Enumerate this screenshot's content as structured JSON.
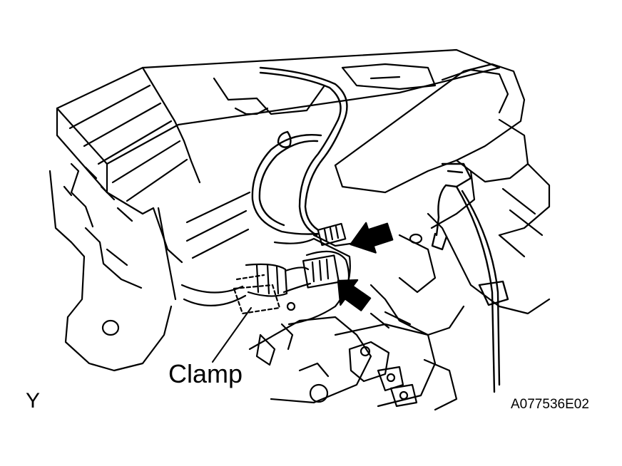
{
  "diagram": {
    "callout_label": "Clamp",
    "corner_letter": "Y",
    "figure_id": "A077536E02"
  },
  "colors": {
    "ink": "#000000",
    "paper": "#ffffff"
  },
  "icons": {
    "arrows": [
      "arrow-upper-connector-icon",
      "arrow-lower-connector-icon"
    ]
  }
}
